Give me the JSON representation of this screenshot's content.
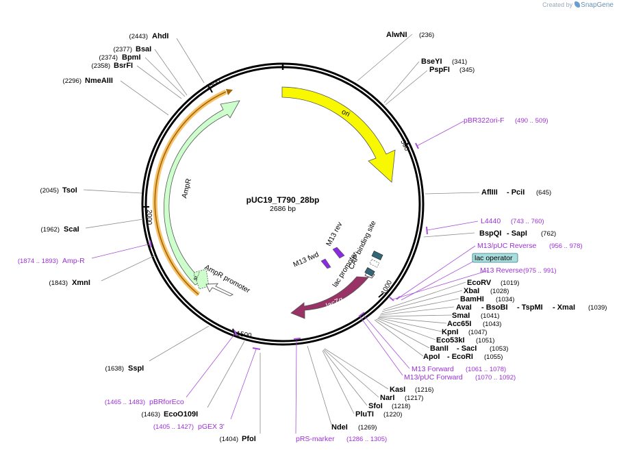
{
  "credit": {
    "created_by": "Created by",
    "brand": "SnapGene"
  },
  "plasmid": {
    "name": "pUC19_T790_28bp",
    "size": "2686 bp"
  },
  "ticks": [
    "500",
    "1000",
    "1500",
    "2000",
    "2500"
  ],
  "features": {
    "ori": "ori",
    "ampr": "AmpR",
    "ampr_promoter": "AmpR promoter",
    "signal": "si...",
    "lacz": "lacZα",
    "lac_promoter": "lac promoter",
    "cap": "CAP binding site",
    "m13_fwd": "M13 fwd",
    "m13_rev": "M13 rev"
  },
  "highlight": {
    "lac_operator": "lac operator"
  },
  "labels": {
    "alwni": [
      "AlwNI",
      "(236)"
    ],
    "bseyi": [
      "BseYI",
      "(341)"
    ],
    "pspfi": [
      "PspFI",
      "(345)"
    ],
    "pbr322ori": [
      "pBR322ori-F",
      "(490 .. 509)"
    ],
    "afliii": [
      "AflIII",
      "- PciI",
      "(645)"
    ],
    "l4440": [
      "L4440",
      "(743 .. 760)"
    ],
    "bspqi": [
      "BspQI",
      "- SapI",
      "(762)"
    ],
    "m13puc_rev": [
      "M13/pUC Reverse",
      "(956 .. 978)"
    ],
    "m13_reverse": [
      "M13 Reverse",
      "(975 .. 991)"
    ],
    "ecorv": [
      "EcoRV",
      "(1019)"
    ],
    "xbai": [
      "XbaI",
      "(1028)"
    ],
    "bamhi": [
      "BamHI",
      "(1034)"
    ],
    "avai": [
      "AvaI",
      "- BsoBI",
      "- TspMI",
      "- XmaI",
      "(1039)"
    ],
    "smai": [
      "SmaI",
      "(1041)"
    ],
    "acc65i": [
      "Acc65I",
      "(1043)"
    ],
    "kpni": [
      "KpnI",
      "(1047)"
    ],
    "eco53ki": [
      "Eco53kI",
      "(1051)"
    ],
    "banii": [
      "BanII",
      "- SacI",
      "(1053)"
    ],
    "apoi": [
      "ApoI",
      "- EcoRI",
      "(1055)"
    ],
    "m13_forward": [
      "M13 Forward",
      "(1061 .. 1078)"
    ],
    "m13puc_fwd": [
      "M13/pUC Forward",
      "(1070 .. 1092)"
    ],
    "kasi": [
      "KasI",
      "(1216)"
    ],
    "nari": [
      "NarI",
      "(1217)"
    ],
    "sfoi": [
      "SfoI",
      "(1218)"
    ],
    "pluti": [
      "PluTI",
      "(1220)"
    ],
    "ndei": [
      "NdeI",
      "(1269)"
    ],
    "prs": [
      "pRS-marker",
      "(1286 .. 1305)"
    ],
    "pfoi": [
      "PfoI",
      "(1404)"
    ],
    "pgex3": [
      "pGEX 3'",
      "(1405 .. 1427)"
    ],
    "ecoo109i": [
      "EcoO109I",
      "(1463)"
    ],
    "pbrforeco": [
      "pBRforEco",
      "(1465 .. 1483)"
    ],
    "sspi": [
      "SspI",
      "(1638)"
    ],
    "xmni": [
      "XmnI",
      "(1843)"
    ],
    "ampr_primer": [
      "Amp-R",
      "(1874 .. 1893)"
    ],
    "scai": [
      "ScaI",
      "(1962)"
    ],
    "tsoi": [
      "TsoI",
      "(2045)"
    ],
    "nmeaiii": [
      "NmeAIII",
      "(2296)"
    ],
    "bsrfi": [
      "BsrFI",
      "(2358)"
    ],
    "bpmi": [
      "BpmI",
      "(2374)"
    ],
    "bsai": [
      "BsaI",
      "(2377)"
    ],
    "ahdi": [
      "AhdI",
      "(2443)"
    ]
  }
}
